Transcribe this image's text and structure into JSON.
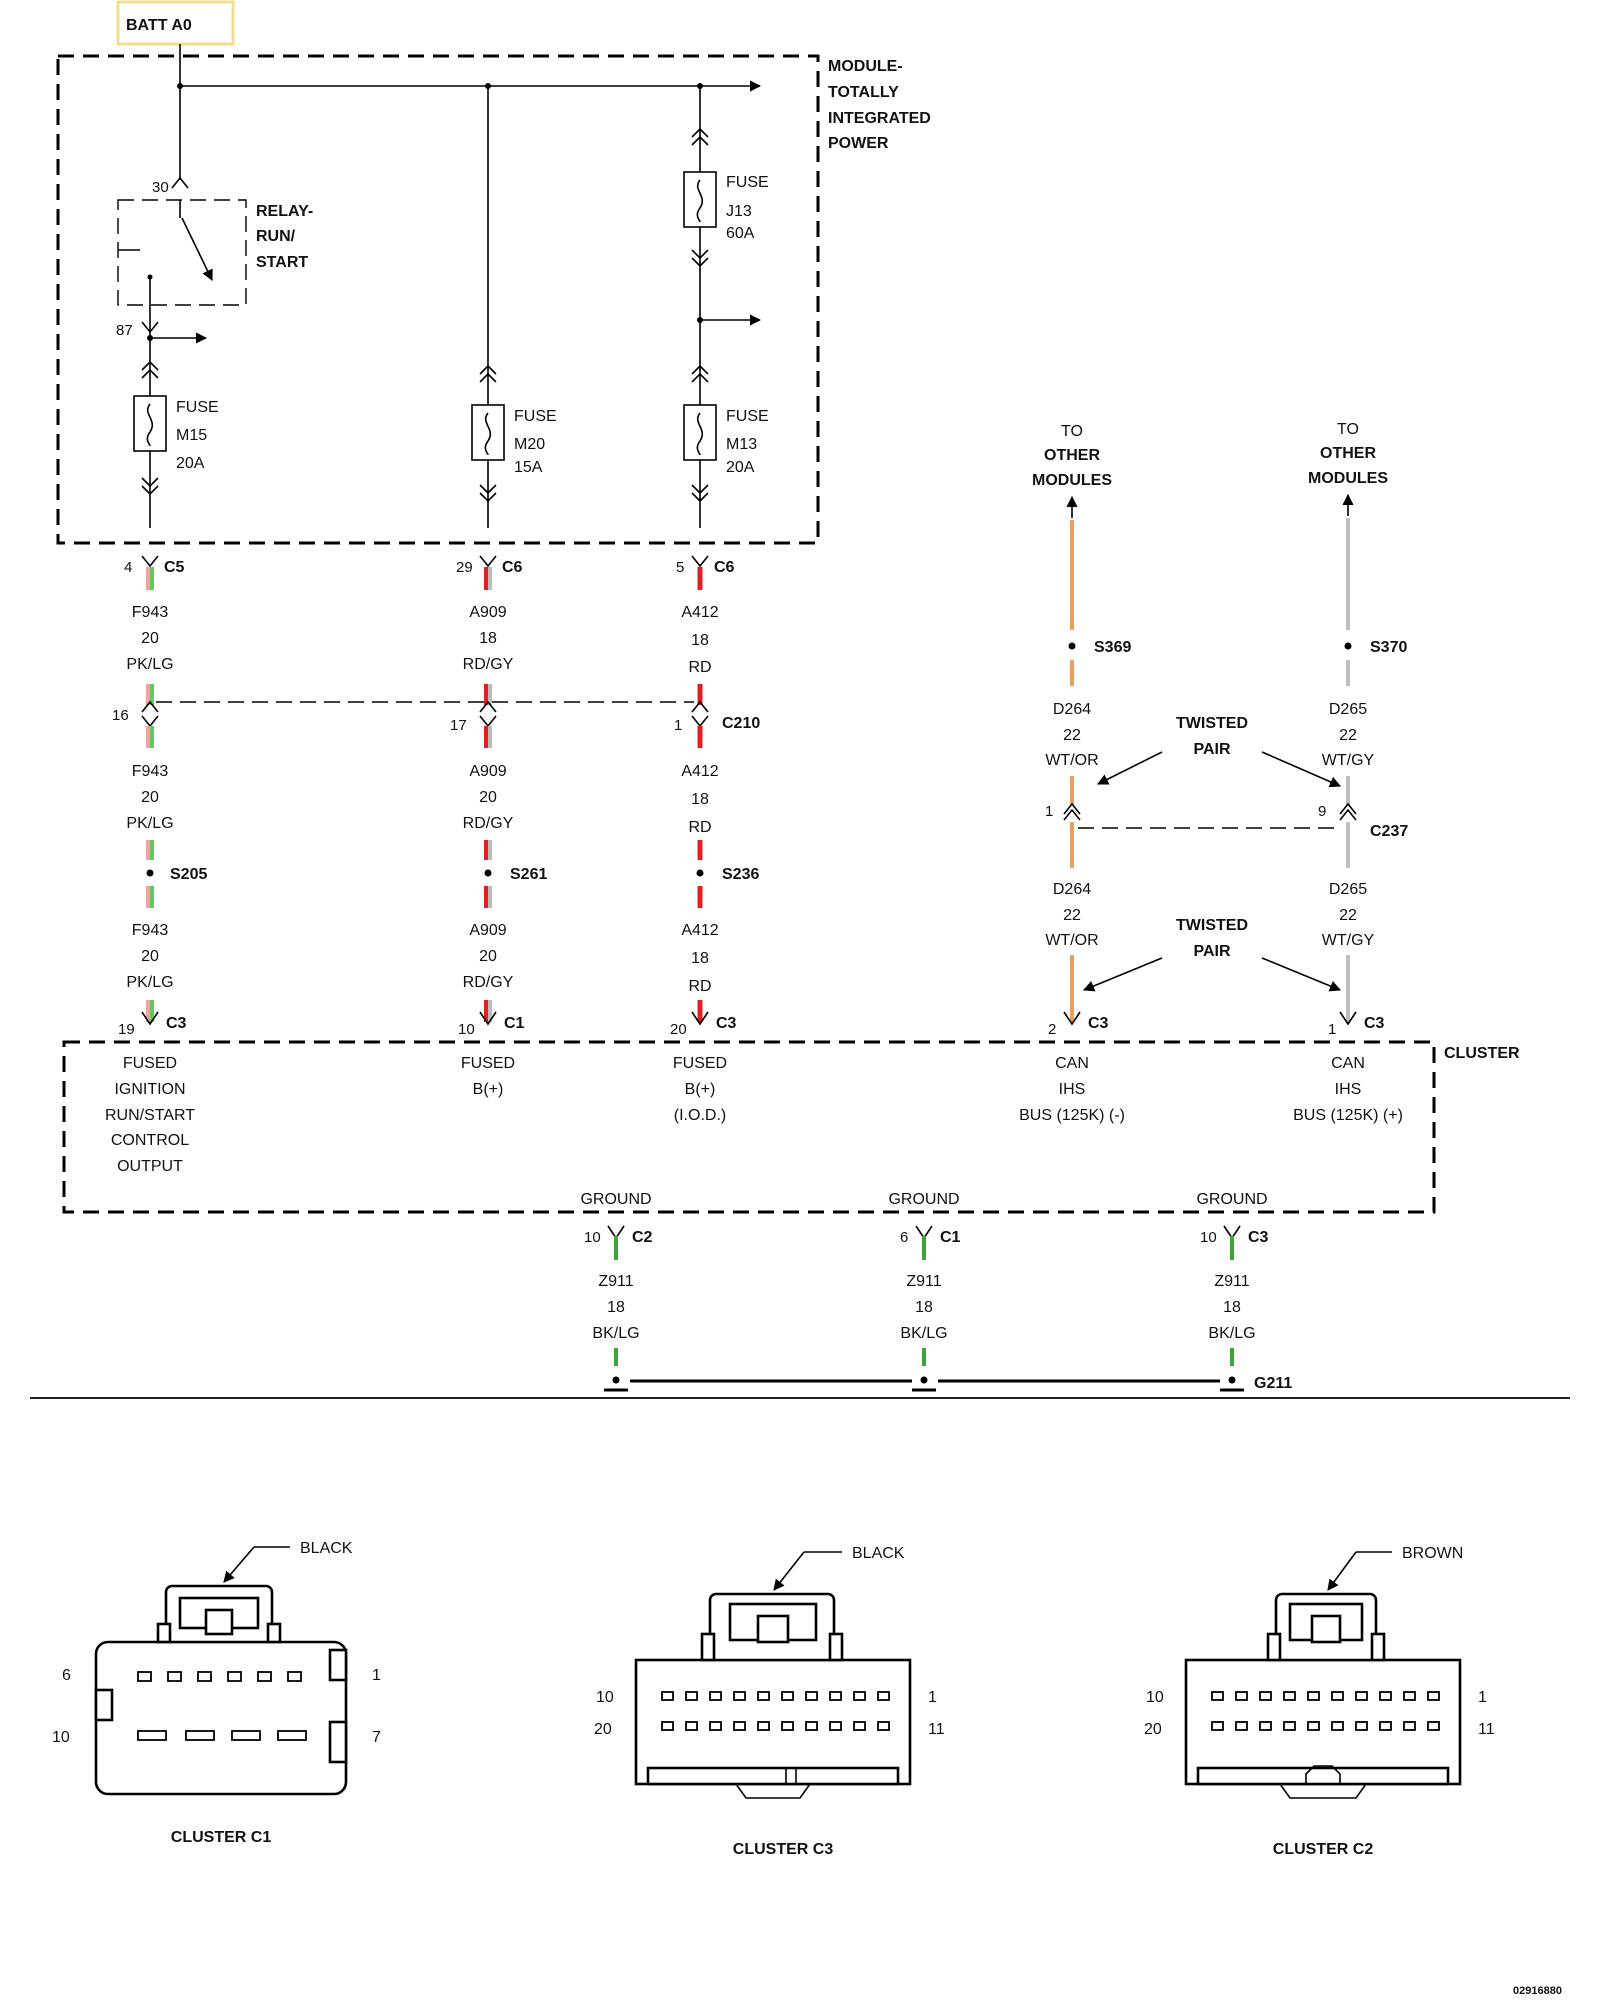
{
  "header": {
    "batt": "BATT A0",
    "module_title": [
      "MODULE-",
      "TOTALLY",
      "INTEGRATED",
      "POWER"
    ]
  },
  "relay": {
    "lines": [
      "RELAY-",
      "RUN/",
      "START"
    ],
    "pin_in": "30",
    "pin_out": "87"
  },
  "fuses": [
    {
      "lines": [
        "FUSE",
        "J13",
        "60A"
      ]
    },
    {
      "lines": [
        "FUSE",
        "M15",
        "20A"
      ]
    },
    {
      "lines": [
        "FUSE",
        "M20",
        "15A"
      ]
    },
    {
      "lines": [
        "FUSE",
        "M13",
        "20A"
      ]
    }
  ],
  "colors": {
    "pk_lg_a": "#f2a0a0",
    "pk_lg_b": "#5fc85f",
    "rd_gy_a": "#e02020",
    "rd_gy_b": "#bbbbbb",
    "rd": "#e02020",
    "wt_or": "#e8a060",
    "wt_gy": "#bfbfbf",
    "bk_lg": "#3aa63a"
  },
  "circuits": [
    {
      "top_connector": {
        "pin": "4",
        "name": "C5"
      },
      "seg1": [
        "F943",
        "20",
        "PK/LG"
      ],
      "mid_connector": {
        "pin": "16",
        "name": ""
      },
      "seg2": [
        "F943",
        "20",
        "PK/LG"
      ],
      "splice": "S205",
      "seg3": [
        "F943",
        "20",
        "PK/LG"
      ],
      "bottom_connector": {
        "pin": "19",
        "name": "C3"
      },
      "function": [
        "FUSED",
        "IGNITION",
        "RUN/START",
        "CONTROL",
        "OUTPUT"
      ]
    },
    {
      "top_connector": {
        "pin": "29",
        "name": "C6"
      },
      "seg1": [
        "A909",
        "18",
        "RD/GY"
      ],
      "mid_connector": {
        "pin": "17",
        "name": ""
      },
      "seg2": [
        "A909",
        "20",
        "RD/GY"
      ],
      "splice": "S261",
      "seg3": [
        "A909",
        "20",
        "RD/GY"
      ],
      "bottom_connector": {
        "pin": "10",
        "name": "C1"
      },
      "function": [
        "FUSED",
        "B(+)"
      ]
    },
    {
      "top_connector": {
        "pin": "5",
        "name": "C6"
      },
      "seg1": [
        "A412",
        "18",
        "RD"
      ],
      "mid_connector": {
        "pin": "1",
        "name": "C210"
      },
      "seg2": [
        "A412",
        "18",
        "RD"
      ],
      "splice": "S236",
      "seg3": [
        "A412",
        "18",
        "RD"
      ],
      "bottom_connector": {
        "pin": "20",
        "name": "C3"
      },
      "function": [
        "FUSED",
        "B(+)",
        "(I.O.D.)"
      ]
    }
  ],
  "can": [
    {
      "to_label": [
        "TO",
        "OTHER",
        "MODULES"
      ],
      "splice": "S369",
      "seg1": [
        "D264",
        "22",
        "WT/OR"
      ],
      "mid_connector": {
        "pin": "1",
        "name": ""
      },
      "seg2": [
        "D264",
        "22",
        "WT/OR"
      ],
      "bottom_connector": {
        "pin": "2",
        "name": "C3"
      },
      "function": [
        "CAN",
        "IHS",
        "BUS (125K) (-)"
      ]
    },
    {
      "to_label": [
        "TO",
        "OTHER",
        "MODULES"
      ],
      "splice": "S370",
      "seg1": [
        "D265",
        "22",
        "WT/GY"
      ],
      "mid_connector": {
        "pin": "9",
        "name": "C237"
      },
      "seg2": [
        "D265",
        "22",
        "WT/GY"
      ],
      "bottom_connector": {
        "pin": "1",
        "name": "C3"
      },
      "function": [
        "CAN",
        "IHS",
        "BUS (125K) (+)"
      ]
    }
  ],
  "twisted_pair": [
    "TWISTED",
    "PAIR"
  ],
  "cluster_label": "CLUSTER",
  "grounds": [
    {
      "label": "GROUND",
      "pin": "10",
      "connector": "C2",
      "wire": [
        "Z911",
        "18",
        "BK/LG"
      ]
    },
    {
      "label": "GROUND",
      "pin": "6",
      "connector": "C1",
      "wire": [
        "Z911",
        "18",
        "BK/LG"
      ]
    },
    {
      "label": "GROUND",
      "pin": "10",
      "connector": "C3",
      "wire": [
        "Z911",
        "18",
        "BK/LG"
      ]
    }
  ],
  "ground_point": "G211",
  "connectors": [
    {
      "name": "CLUSTER C1",
      "color": "BLACK",
      "pins_tl": "6",
      "pins_tr": "1",
      "pins_bl": "10",
      "pins_br": "7"
    },
    {
      "name": "CLUSTER C3",
      "color": "BLACK",
      "pins_tl": "10",
      "pins_tr": "1",
      "pins_bl": "20",
      "pins_br": "11"
    },
    {
      "name": "CLUSTER C2",
      "color": "BROWN",
      "pins_tl": "10",
      "pins_tr": "1",
      "pins_bl": "20",
      "pins_br": "11"
    }
  ],
  "figure_id": "02916880"
}
